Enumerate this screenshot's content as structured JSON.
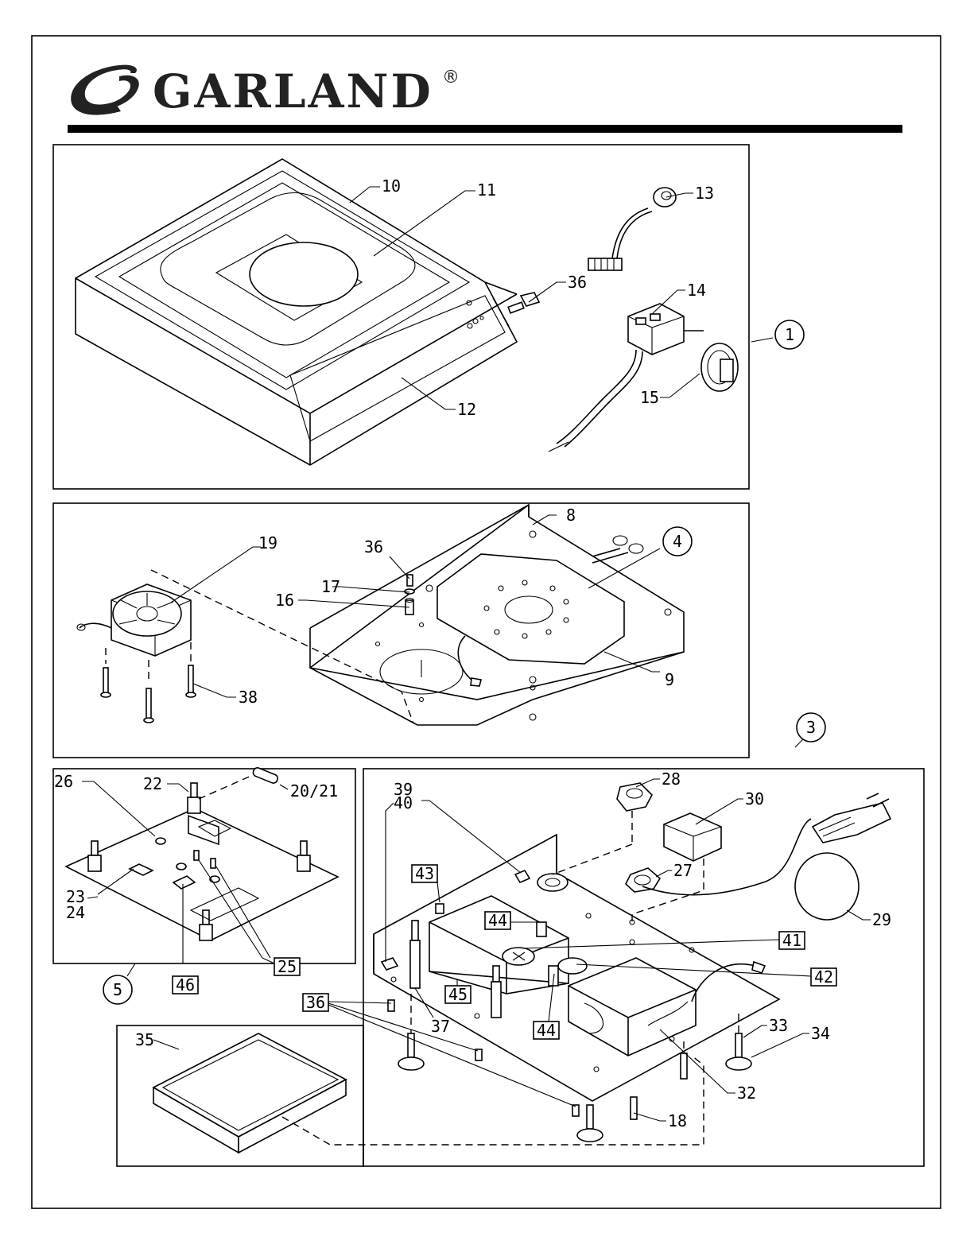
{
  "brand": {
    "name": "GARLAND",
    "registered": "®",
    "logo_icon": "garland-swoosh-logo"
  },
  "panels": {
    "top": {
      "assembly_callout": "1",
      "labels": [
        "10",
        "11",
        "12",
        "13",
        "14",
        "15",
        "36"
      ]
    },
    "middle": {
      "assembly_callout": "4",
      "labels": [
        "8",
        "9",
        "16",
        "17",
        "19",
        "36",
        "38"
      ]
    },
    "lower_left": {
      "assembly_callout": "5",
      "labels": [
        "20/21",
        "22",
        "23",
        "24",
        "25",
        "26",
        "46"
      ]
    },
    "lower_right": {
      "assembly_callout": "3",
      "labels": [
        "18",
        "27",
        "28",
        "29",
        "30",
        "32",
        "33",
        "34",
        "35",
        "36",
        "37",
        "39",
        "40",
        "41",
        "42",
        "43",
        "44",
        "44",
        "45"
      ]
    }
  }
}
